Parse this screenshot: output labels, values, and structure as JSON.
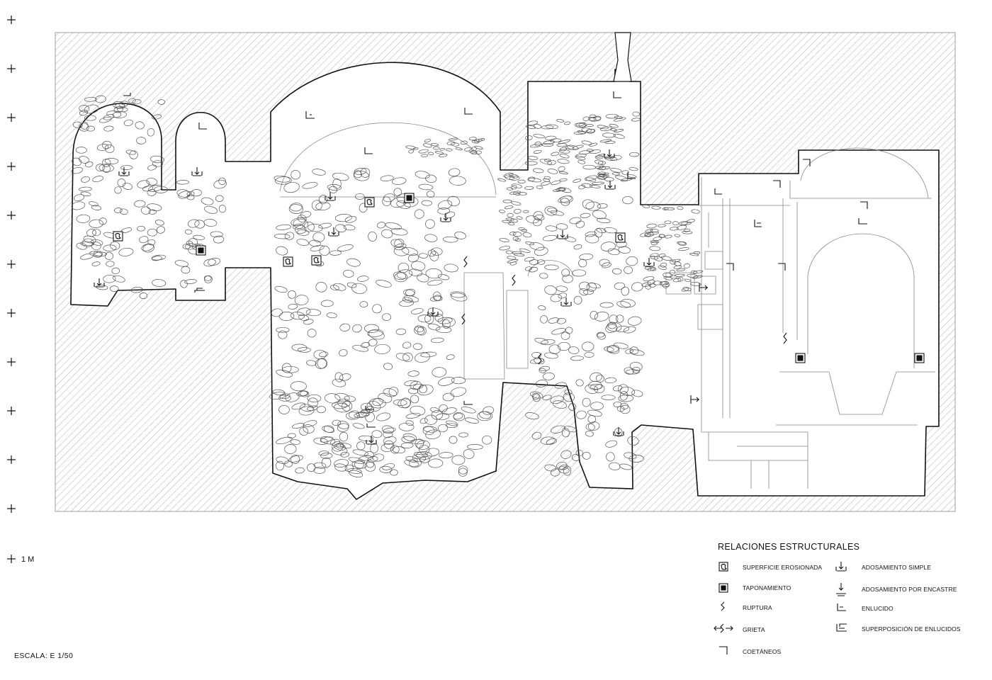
{
  "scale_marker_label": "1 M",
  "scale_text": "ESCALA: E 1/50",
  "legend": {
    "title": "RELACIONES ESTRUCTURALES",
    "items": [
      {
        "icon": "erosion-icon",
        "label": "SUPERFICIE EROSIONADA"
      },
      {
        "icon": "filled-square-icon",
        "label": "TAPONAMIENTO"
      },
      {
        "icon": "zigzag-icon",
        "label": "RUPTURA"
      },
      {
        "icon": "crack-arrows-icon",
        "label": "GRIETA"
      },
      {
        "icon": "corner-icon",
        "label": "COETÁNEOS"
      },
      {
        "icon": "abutment-icon",
        "label": "ADOSAMIENTO SIMPLE"
      },
      {
        "icon": "inset-abutment-icon",
        "label": "ADOSAMIENTO POR ENCASTRE"
      },
      {
        "icon": "plaster-icon",
        "label": "ENLUCIDO"
      },
      {
        "icon": "plaster-overlap-icon",
        "label": "SUPERPOSICIÓN DE ENLUCIDOS"
      }
    ]
  }
}
